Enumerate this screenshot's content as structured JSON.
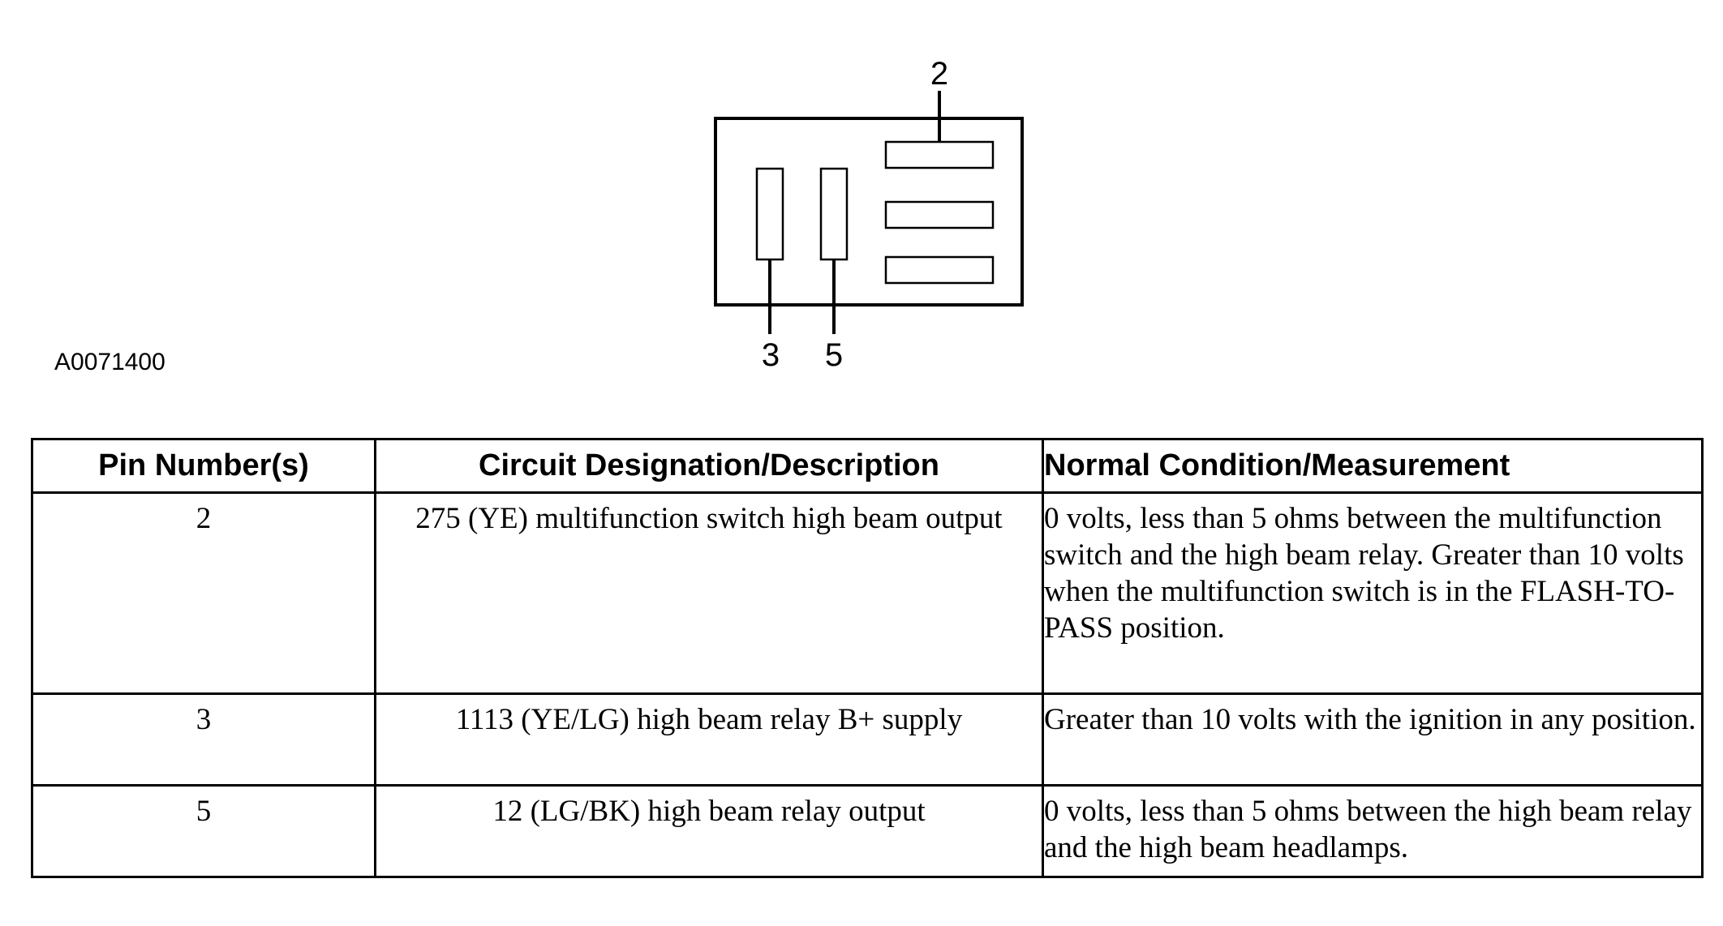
{
  "diagram": {
    "figure_id": "A0071400",
    "pin_labels": {
      "top": "2",
      "bottom_left": "3",
      "bottom_right": "5"
    }
  },
  "table": {
    "headers": {
      "pin": "Pin Number(s)",
      "circuit": "Circuit Designation/Description",
      "condition": "Normal Condition/Measurement"
    },
    "rows": [
      {
        "pin": "2",
        "circuit": "275 (YE) multifunction switch high beam output",
        "condition": "0 volts, less than 5 ohms between the multifunction switch and the high beam relay. Greater than 10 volts when the multifunction switch is in the FLASH-TO-PASS position."
      },
      {
        "pin": "3",
        "circuit": "1113 (YE/LG) high beam relay B+ supply",
        "condition": "Greater than 10 volts with the ignition in any position."
      },
      {
        "pin": "5",
        "circuit": "12 (LG/BK) high beam relay output",
        "condition": "0 volts, less than 5 ohms between the high beam relay and the high beam headlamps."
      }
    ]
  }
}
